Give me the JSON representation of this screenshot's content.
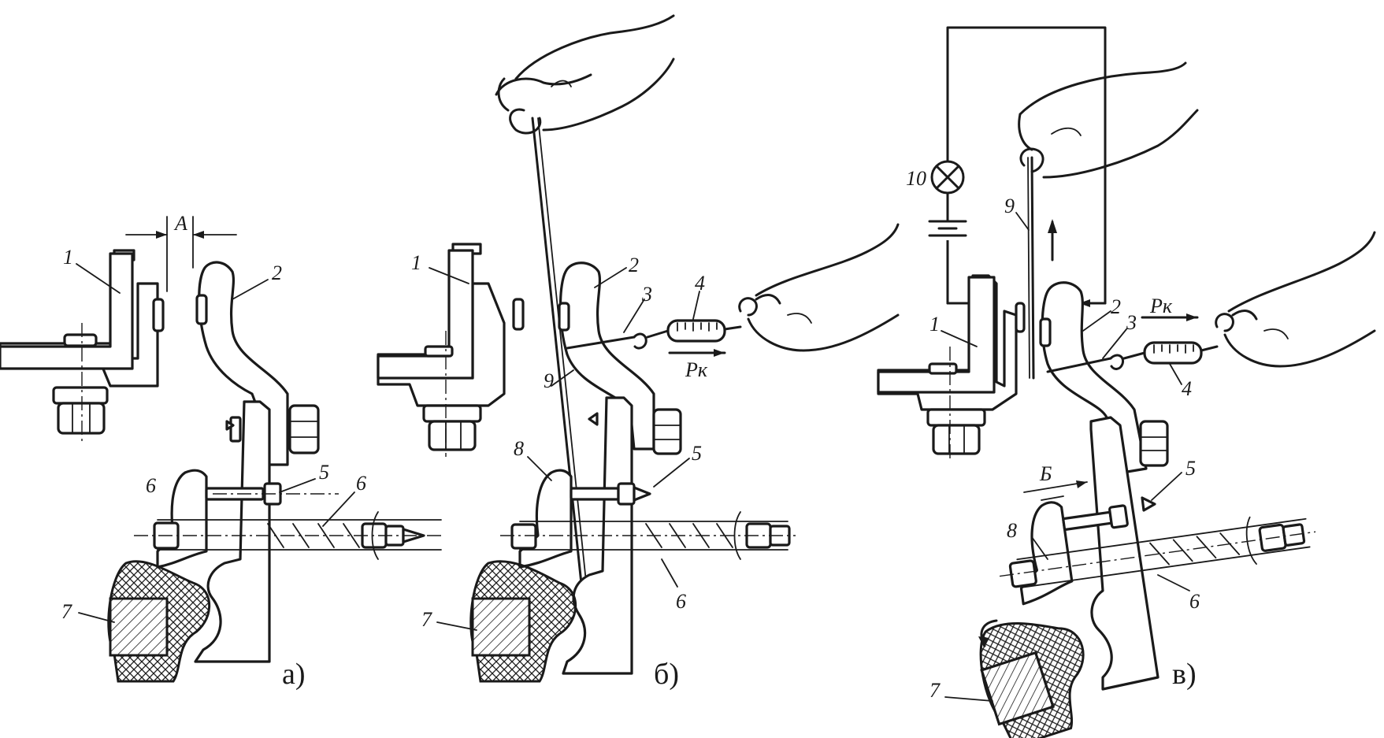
{
  "panels": [
    {
      "caption": "а)",
      "labels": {
        "p1": "1",
        "p2": "2",
        "p5": "5",
        "p6a": "6",
        "p6b": "6",
        "p7": "7",
        "gap": "А"
      }
    },
    {
      "caption": "б)",
      "labels": {
        "p1": "1",
        "p2": "2",
        "p3": "3",
        "p4": "4",
        "p5": "5",
        "p6": "6",
        "p7": "7",
        "p8": "8",
        "p9": "9",
        "force": "Pк"
      }
    },
    {
      "caption": "в)",
      "labels": {
        "p1": "1",
        "p2": "2",
        "p3": "3",
        "p4": "4",
        "p5": "5",
        "p6": "6",
        "p7": "7",
        "p8": "8",
        "p9": "9",
        "p10": "10",
        "gap": "Б",
        "force": "Pк"
      }
    }
  ],
  "colors": {
    "ink": "#1a1a1a",
    "background": "#ffffff"
  }
}
